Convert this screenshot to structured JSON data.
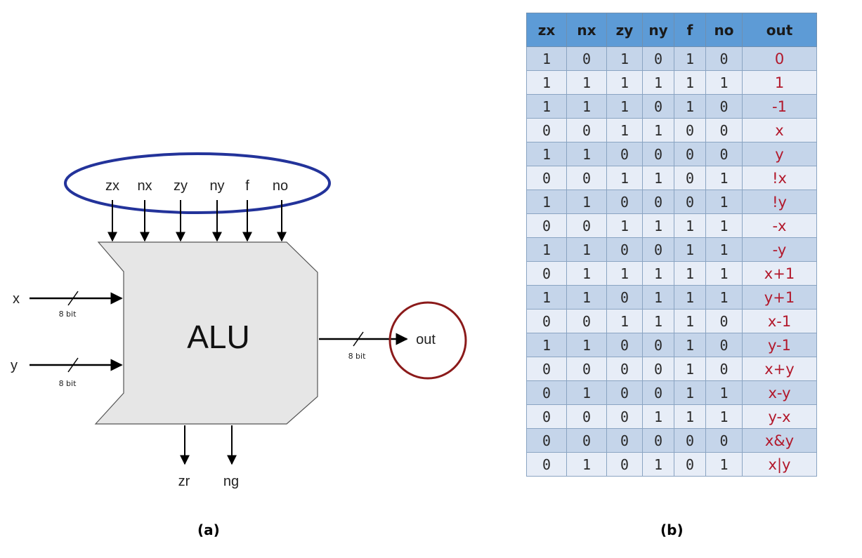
{
  "diagram": {
    "block_label": "ALU",
    "control_inputs": [
      "zx",
      "nx",
      "zy",
      "ny",
      "f",
      "no"
    ],
    "data_inputs": [
      {
        "name": "x",
        "width_label": "8 bit"
      },
      {
        "name": "y",
        "width_label": "8 bit"
      }
    ],
    "output": {
      "name": "out",
      "width_label": "8 bit"
    },
    "status_outputs": [
      "zr",
      "ng"
    ],
    "colors": {
      "control_ellipse": "#23339a",
      "output_circle": "#8b1a1a",
      "block_fill": "#e6e6e6"
    }
  },
  "captions": {
    "left": "(a)",
    "right": "(b)"
  },
  "truth_table": {
    "headers": [
      "zx",
      "nx",
      "zy",
      "ny",
      "f",
      "no",
      "out"
    ],
    "rows": [
      [
        "1",
        "0",
        "1",
        "0",
        "1",
        "0",
        "0"
      ],
      [
        "1",
        "1",
        "1",
        "1",
        "1",
        "1",
        "1"
      ],
      [
        "1",
        "1",
        "1",
        "0",
        "1",
        "0",
        "-1"
      ],
      [
        "0",
        "0",
        "1",
        "1",
        "0",
        "0",
        "x"
      ],
      [
        "1",
        "1",
        "0",
        "0",
        "0",
        "0",
        "y"
      ],
      [
        "0",
        "0",
        "1",
        "1",
        "0",
        "1",
        "!x"
      ],
      [
        "1",
        "1",
        "0",
        "0",
        "0",
        "1",
        "!y"
      ],
      [
        "0",
        "0",
        "1",
        "1",
        "1",
        "1",
        "-x"
      ],
      [
        "1",
        "1",
        "0",
        "0",
        "1",
        "1",
        "-y"
      ],
      [
        "0",
        "1",
        "1",
        "1",
        "1",
        "1",
        "x+1"
      ],
      [
        "1",
        "1",
        "0",
        "1",
        "1",
        "1",
        "y+1"
      ],
      [
        "0",
        "0",
        "1",
        "1",
        "1",
        "0",
        "x-1"
      ],
      [
        "1",
        "1",
        "0",
        "0",
        "1",
        "0",
        "y-1"
      ],
      [
        "0",
        "0",
        "0",
        "0",
        "1",
        "0",
        "x+y"
      ],
      [
        "0",
        "1",
        "0",
        "0",
        "1",
        "1",
        "x-y"
      ],
      [
        "0",
        "0",
        "0",
        "1",
        "1",
        "1",
        "y-x"
      ],
      [
        "0",
        "0",
        "0",
        "0",
        "0",
        "0",
        "x&y"
      ],
      [
        "0",
        "1",
        "0",
        "1",
        "0",
        "1",
        "x|y"
      ]
    ],
    "colors": {
      "header_bg": "#5d9bd6",
      "row_dark": "#c5d5ea",
      "row_light": "#e7edf7",
      "out_text": "#b2182b"
    }
  }
}
